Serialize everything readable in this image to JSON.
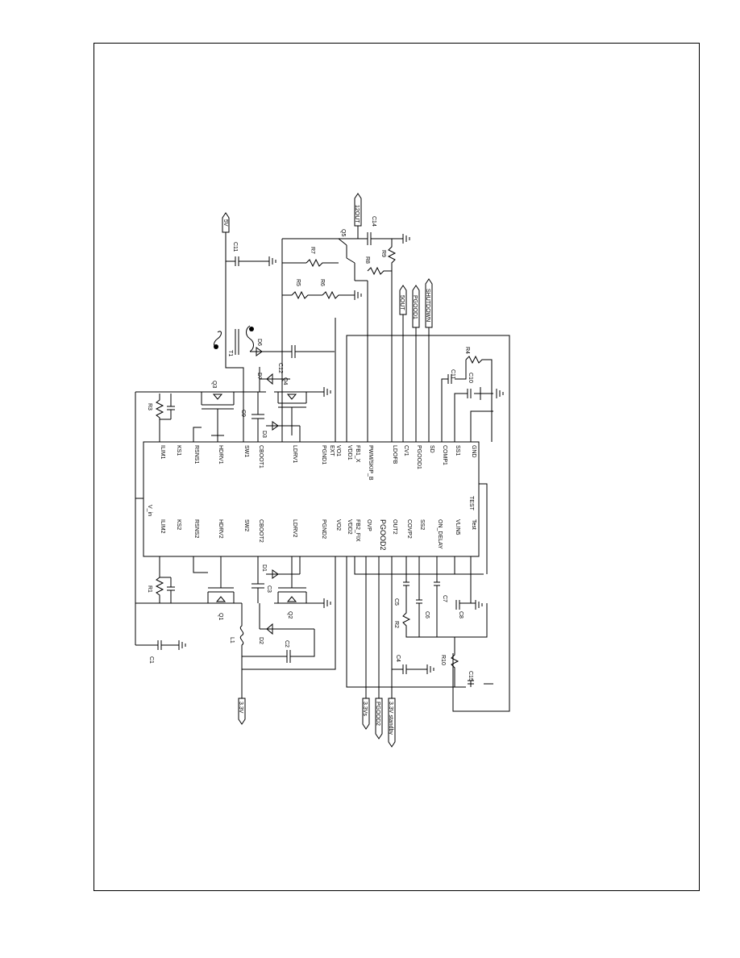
{
  "ic": {
    "vin": "V_in",
    "pins_top": [
      "ILIM1",
      "KS1",
      "RSNS1",
      "HDRV1",
      "SW1",
      "CBOOT1",
      "LDRV1",
      "PGND1",
      "EXT",
      "VO1",
      "VDD1",
      "FB1_X",
      "PWM/SKIP_B",
      "LDOFB",
      "CV1",
      "PGOOD1",
      "SD",
      "COMP1",
      "SS1",
      "GND"
    ],
    "pins_bottom": [
      "ILIM2",
      "KS2",
      "RSNS2",
      "HDRV2",
      "SW2",
      "CBOOT2",
      "LDRV2",
      "PGND2",
      "VO2",
      "VDD2",
      "FB2_FIX",
      "OVP",
      "PGOOD2",
      "OUT2",
      "COVP2",
      "SS2",
      "ON_DELAY",
      "VLIN5",
      "Test"
    ],
    "test": "TEST"
  },
  "parts": {
    "R3": "R3",
    "R1": "R1",
    "Q3": "Q3",
    "Q4": "Q4",
    "Q1": "Q1",
    "Q2": "Q2",
    "C9": "C9",
    "C3": "C3",
    "D7": "D7",
    "D1": "D1",
    "D2": "D2",
    "D3": "D3",
    "C11": "C11",
    "C12": "C12",
    "L1": "L1",
    "C1": "C1",
    "C2": "C2",
    "T1": "T1",
    "D6": "D6",
    "R5": "R5",
    "R6": "R6",
    "R7": "R7",
    "R8": "R8",
    "R9": "R9",
    "Q5": "Q5",
    "C14": "C14",
    "R4": "R4",
    "C10": "C10",
    "C5": "C5",
    "C6": "C6",
    "C7": "C7",
    "R2": "R2",
    "C8": "C8",
    "C4": "C4",
    "R10": "R10",
    "C15": "C15",
    "C13": "C13"
  },
  "nets": {
    "v5": "5V",
    "v12": "12OUT",
    "v5a": "5OUT",
    "pgood1": "PGOOD1",
    "shutdown": "SHUTDOWN",
    "v33": "3.3V",
    "v33s": "3.3Vs",
    "pgood2": "PGOOD2",
    "v33stby": "3.3V standby"
  }
}
